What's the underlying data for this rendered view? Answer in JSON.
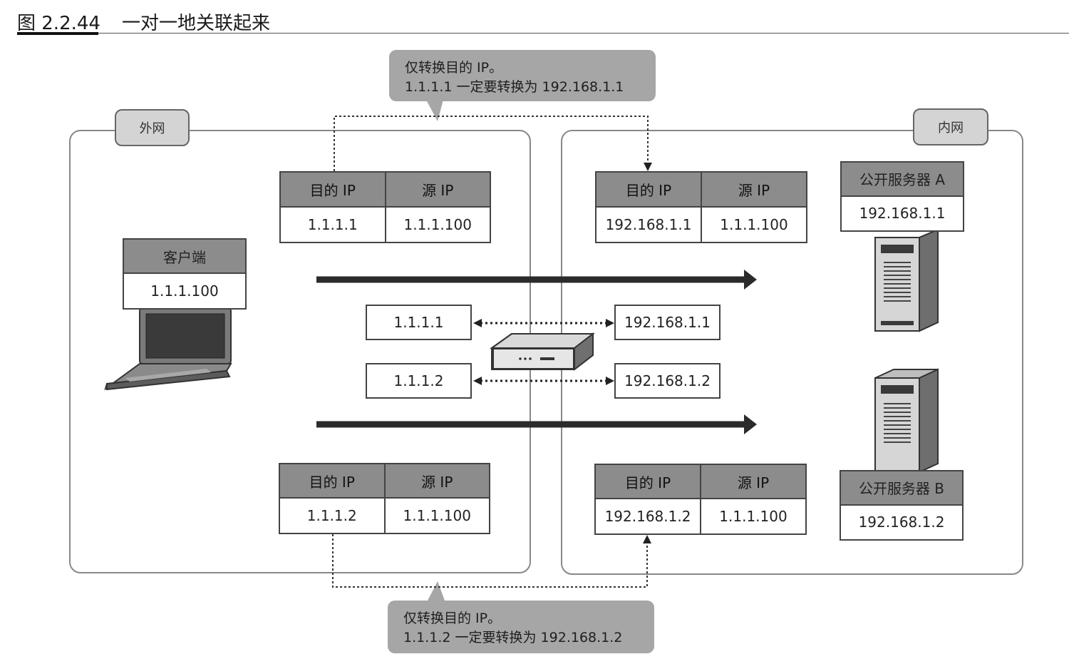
{
  "figure": {
    "number": "图 2.2.44",
    "title": "一对一地关联起来"
  },
  "zones": {
    "outside_label": "外网",
    "inside_label": "内网"
  },
  "callouts": {
    "top": {
      "line1": "仅转换目的 IP。",
      "line2": "1.1.1.1 一定要转换为 192.168.1.1"
    },
    "bottom": {
      "line1": "仅转换目的 IP。",
      "line2": "1.1.1.2 一定要转换为 192.168.1.2"
    }
  },
  "packet_headers": {
    "dst": "目的 IP",
    "src": "源 IP"
  },
  "packets": {
    "outside_top": {
      "dst": "1.1.1.1",
      "src": "1.1.1.100"
    },
    "inside_top": {
      "dst": "192.168.1.1",
      "src": "1.1.1.100"
    },
    "outside_bottom": {
      "dst": "1.1.1.2",
      "src": "1.1.1.100"
    },
    "inside_bottom": {
      "dst": "192.168.1.2",
      "src": "1.1.1.100"
    }
  },
  "client": {
    "name": "客户端",
    "ip": "1.1.1.100"
  },
  "servers": {
    "a": {
      "name": "公开服务器 A",
      "ip": "192.168.1.1"
    },
    "b": {
      "name": "公开服务器 B",
      "ip": "192.168.1.2"
    }
  },
  "nat_mappings": [
    {
      "public": "1.1.1.1",
      "private": "192.168.1.1"
    },
    {
      "public": "1.1.1.2",
      "private": "192.168.1.2"
    }
  ],
  "colors": {
    "header_fill": "#8c8c8c",
    "callout_fill": "#a6a6a6",
    "arrow": "#2b2b2b"
  }
}
